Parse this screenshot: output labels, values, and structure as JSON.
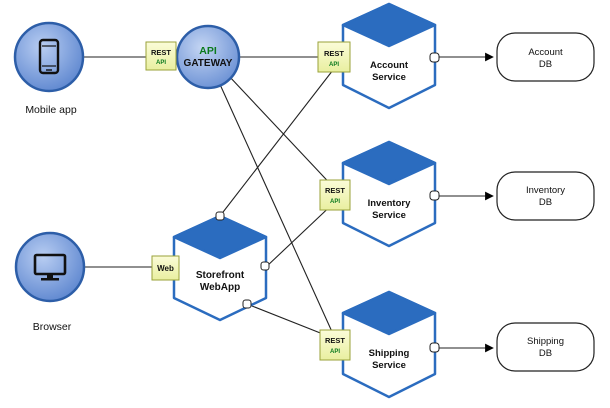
{
  "clients": {
    "mobile": {
      "label": "Mobile app",
      "icon": "smartphone-icon"
    },
    "browser": {
      "label": "Browser",
      "icon": "monitor-icon"
    }
  },
  "gateway": {
    "line1": "API",
    "line2": "GATEWAY"
  },
  "rest_badge": {
    "top": "REST",
    "bottom": "API"
  },
  "web_badge": {
    "label": "Web"
  },
  "storefront": {
    "line1": "Storefront",
    "line2": "WebApp"
  },
  "services": {
    "account": {
      "line1": "Account",
      "line2": "Service"
    },
    "inventory": {
      "line1": "Inventory",
      "line2": "Service"
    },
    "shipping": {
      "line1": "Shipping",
      "line2": "Service"
    }
  },
  "databases": {
    "account": {
      "line1": "Account",
      "line2": "DB"
    },
    "inventory": {
      "line1": "Inventory",
      "line2": "DB"
    },
    "shipping": {
      "line1": "Shipping",
      "line2": "DB"
    }
  },
  "colors": {
    "hex_fill": "#2b6cbf",
    "client_fill": "#6f95d8",
    "client_stroke": "#2d5ea8",
    "gateway_text": "#0b7a1c",
    "badge_fill": "#f5f7b8",
    "badge_stroke": "#9aa23a"
  }
}
